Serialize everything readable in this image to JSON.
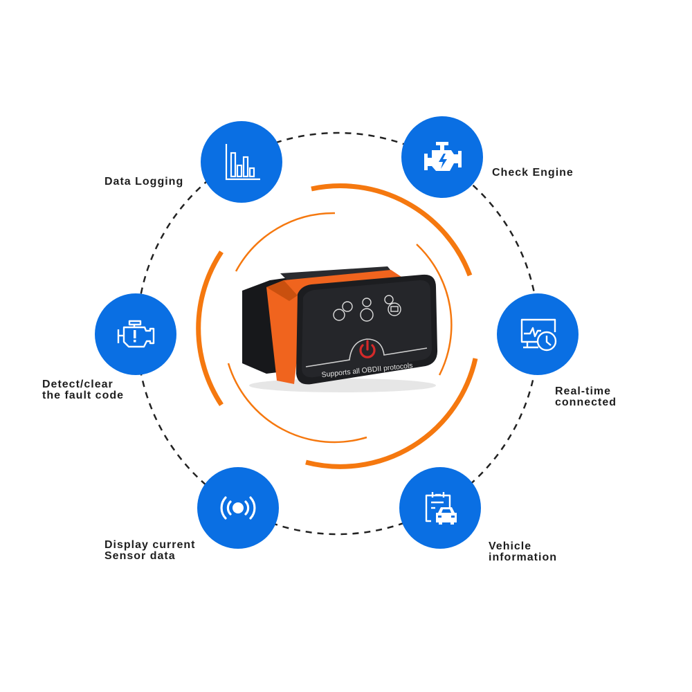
{
  "colors": {
    "feature_blue": "#0a6fe3",
    "accent_orange": "#f5780f",
    "dashed_ring": "#222222",
    "device_body": "#1c1d20",
    "device_band": "#f0641e",
    "power_red": "#d42a2a"
  },
  "features": [
    {
      "id": "data-logging",
      "label": "Data Logging",
      "icon": "bar-chart-icon"
    },
    {
      "id": "check-engine",
      "label": "Check Engine",
      "icon": "engine-lightning-icon"
    },
    {
      "id": "detect-clear",
      "label": "Detect/clear\nthe fault code",
      "icon": "engine-warning-icon"
    },
    {
      "id": "real-time",
      "label": "Real-time\nconnected",
      "icon": "monitor-clock-icon"
    },
    {
      "id": "sensor-data",
      "label": "Display current\nSensor data",
      "icon": "signal-broadcast-icon"
    },
    {
      "id": "vehicle-info",
      "label": "Vehicle\ninformation",
      "icon": "clipboard-car-icon"
    }
  ],
  "device": {
    "caption": "Supports all OBDII protocols",
    "indicator_icons": [
      "bluetooth-icon",
      "car-icon",
      "battery-icon"
    ],
    "button_icon": "power-icon"
  }
}
